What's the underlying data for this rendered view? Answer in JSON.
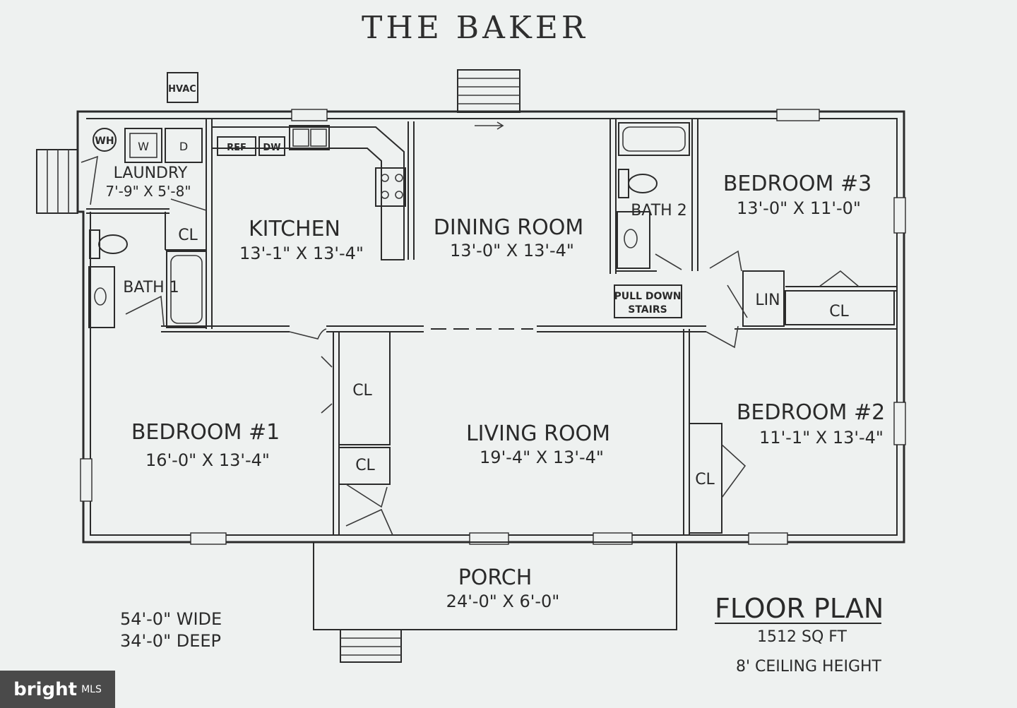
{
  "title": "THE BAKER",
  "rooms": {
    "laundry": {
      "name": "LAUNDRY",
      "size": "7'-9\" X 5'-8\""
    },
    "kitchen": {
      "name": "KITCHEN",
      "size": "13'-1\" X 13'-4\""
    },
    "dining": {
      "name": "DINING ROOM",
      "size": "13'-0\" X 13'-4\""
    },
    "bath2": {
      "name": "BATH 2"
    },
    "bedroom3": {
      "name": "BEDROOM #3",
      "size": "13'-0\" X 11'-0\""
    },
    "bath1": {
      "name": "BATH 1"
    },
    "bedroom1": {
      "name": "BEDROOM #1",
      "size": "16'-0\" X 13'-4\""
    },
    "living": {
      "name": "LIVING ROOM",
      "size": "19'-4\" X 13'-4\""
    },
    "bedroom2": {
      "name": "BEDROOM #2",
      "size": "11'-1\" X 13'-4\""
    },
    "porch": {
      "name": "PORCH",
      "size": "24'-0\" X 6'-0\""
    }
  },
  "fixtures": {
    "hvac": "HVAC",
    "water_heater": "WH",
    "washer": "W",
    "dryer": "D",
    "refrigerator": "REF",
    "dishwasher": "DW",
    "closet": "CL",
    "linen": "LIN",
    "pull_down_line1": "PULL DOWN",
    "pull_down_line2": "STAIRS"
  },
  "overall": {
    "width": "54'-0\" WIDE",
    "depth": "34'-0\" DEEP"
  },
  "plan_info": {
    "label": "FLOOR PLAN",
    "area": "1512 SQ FT",
    "ceiling": "8' CEILING HEIGHT"
  },
  "watermark": {
    "brand": "bright",
    "suffix": "MLS"
  }
}
